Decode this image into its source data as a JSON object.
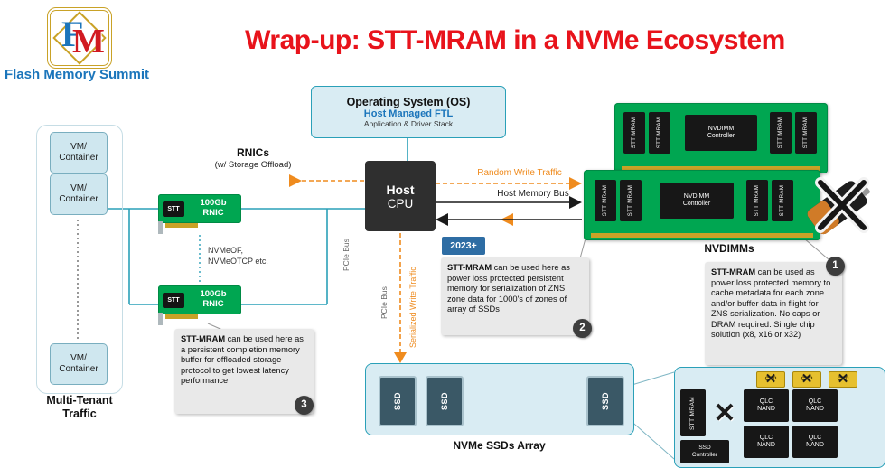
{
  "logo": {
    "f": "F",
    "m": "M",
    "brand": "Flash Memory Summit"
  },
  "title": "Wrap-up: STT-MRAM in a NVMe Ecosystem",
  "multitenant": {
    "vm": "VM/\nContainer",
    "label": "Multi-Tenant\nTraffic"
  },
  "rnic": {
    "title": "RNICs",
    "subtitle": "(w/ Storage Offload)",
    "chip": "STT",
    "label": "100Gb\nRNIC",
    "protocols": "NVMeOF,\nNVMeOTCP etc."
  },
  "os": {
    "title": "Operating System (OS)",
    "ftl": "Host Managed FTL",
    "stack": "Application & Driver Stack"
  },
  "host": {
    "line1": "Host",
    "line2": "CPU"
  },
  "flows": {
    "random": "Random Write Traffic",
    "hmb": "Host Memory Bus",
    "pcie": "PCIe Bus",
    "serialized": "Serialized Write Traffic"
  },
  "nvdimm": {
    "label": "NVDIMMs",
    "stt": "STT MRAM",
    "ctrl": "NVDIMM\nController"
  },
  "badge": "2023+",
  "callout1": {
    "num": "1",
    "bold": "STT-MRAM",
    "text": " can be used as power loss protected memory to cache metadata for each zone and/or buffer data in flight for ZNS serialization. No caps or DRAM required. Single chip solution (x8, x16 or x32)"
  },
  "callout2": {
    "num": "2",
    "bold": "STT-MRAM",
    "text": " can be used here as power loss protected persistent memory for serialization of ZNS zone data for 1000's of zones of array of SSDs"
  },
  "callout3": {
    "num": "3",
    "bold": "STT-MRAM",
    "text": " can be used here as a persistent completion memory buffer for offloaded storage protocol to get lowest latency performance"
  },
  "ssd_array": {
    "label": "NVMe SSDs Array",
    "ssd": "SSD"
  },
  "ssd_box": {
    "cap": "CAP",
    "x": "✕",
    "stt": "STT MRAM",
    "ctrl": "SSD\nController",
    "nand": "QLC\nNAND"
  }
}
